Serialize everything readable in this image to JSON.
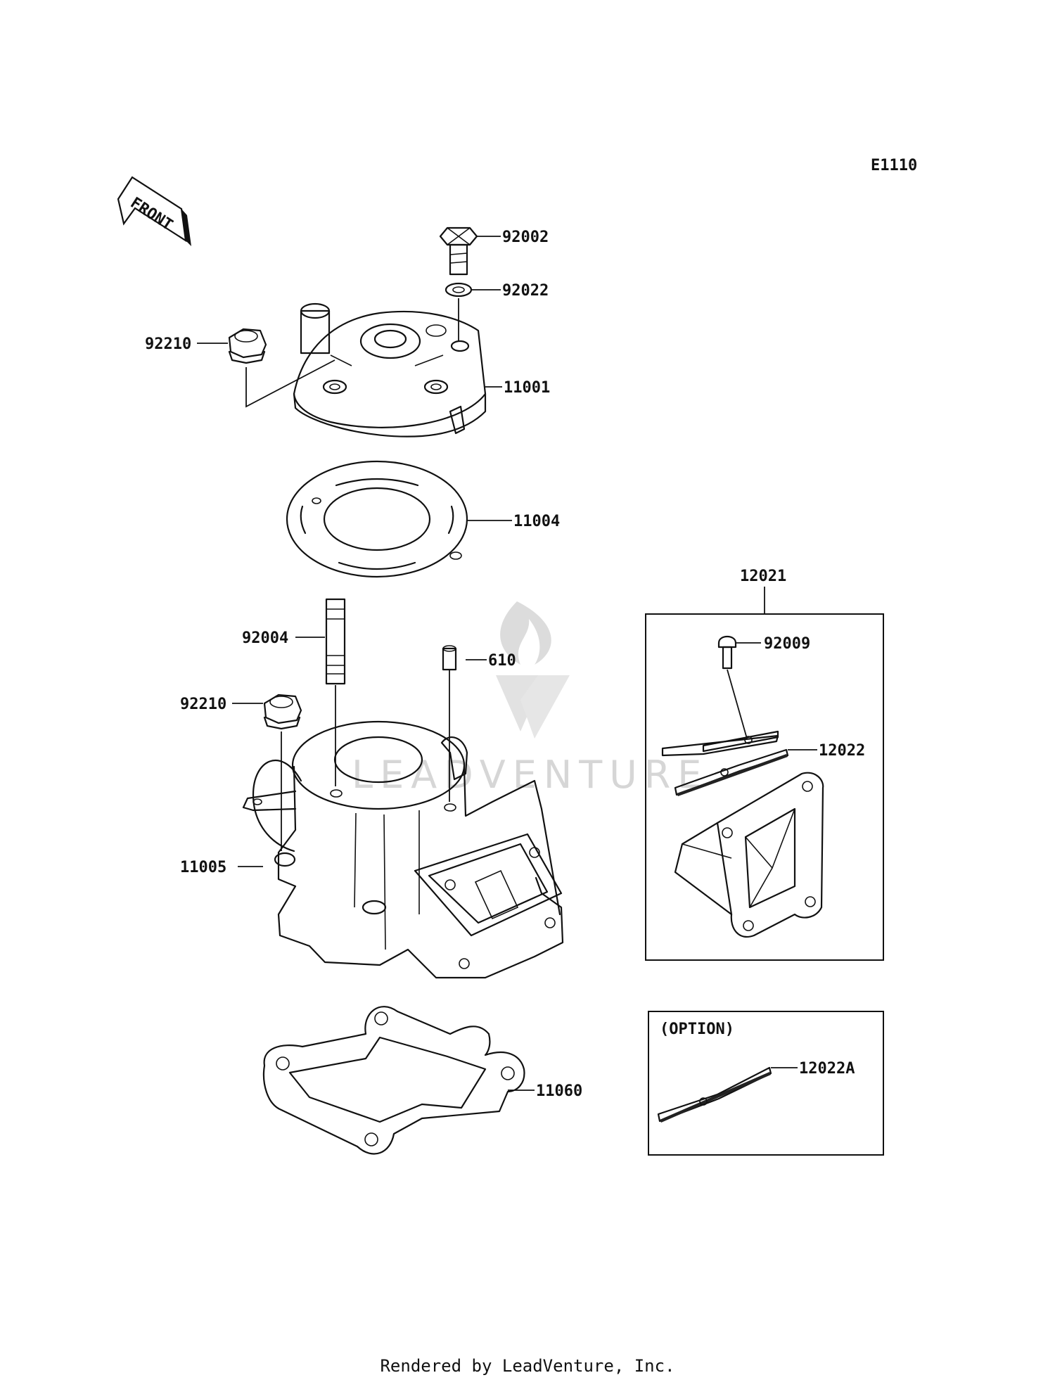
{
  "diagram_code": "E1110",
  "front_label": "FRONT",
  "option_label": "(OPTION)",
  "watermark": "LEADVENTURE",
  "footer": "Rendered by LeadVenture, Inc.",
  "callouts": {
    "p92002": "92002",
    "p92022": "92022",
    "p92210a": "92210",
    "p11001": "11001",
    "p11004": "11004",
    "p92004": "92004",
    "p610": "610",
    "p92210b": "92210",
    "p11005": "11005",
    "p11060": "11060",
    "p12021": "12021",
    "p92009": "92009",
    "p12022": "12022",
    "p12022A": "12022A"
  }
}
